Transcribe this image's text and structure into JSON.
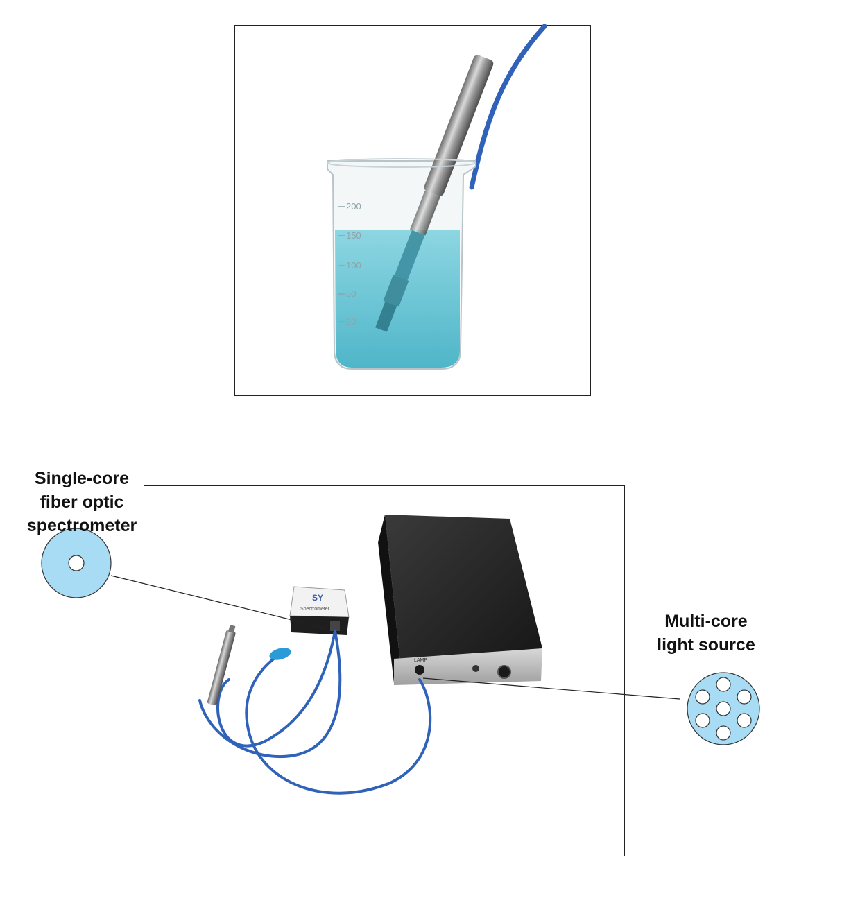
{
  "beaker": {
    "markings": [
      "200",
      "150",
      "100",
      "50",
      "20"
    ]
  },
  "spectrometer": {
    "brand_text": "Spectrometer"
  },
  "light_source": {
    "port_label": "LAMP"
  },
  "labels": {
    "single_core": [
      "Single-core",
      "fiber optic",
      "spectrometer"
    ],
    "multi_core": [
      "Multi-core",
      "light source"
    ]
  },
  "colors": {
    "liquid": "#6ec9d8",
    "fiber_cable": "#2f62b8",
    "core_diagram_fill": "#a8dcf4",
    "frame_border": "#222222",
    "box_dark": "#1f1f1f"
  }
}
